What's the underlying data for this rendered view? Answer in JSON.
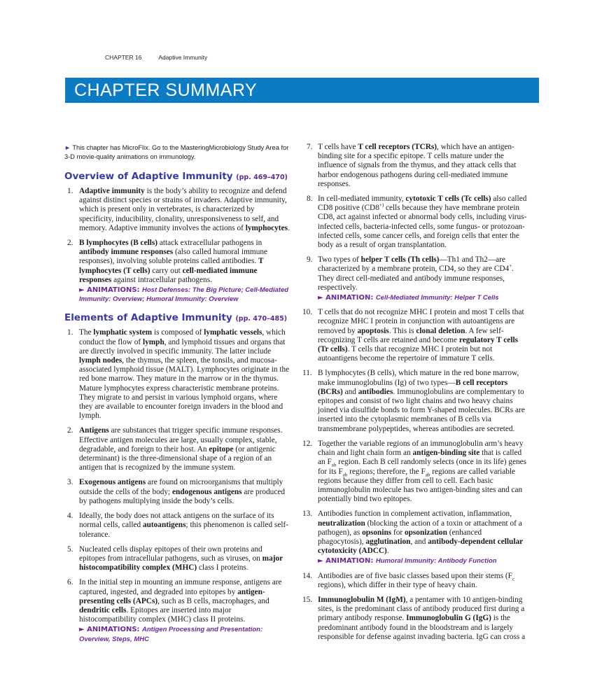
{
  "running_head": {
    "chapter": "CHAPTER 16",
    "title": "Adaptive Immunity"
  },
  "banner": "CHAPTER SUMMARY",
  "colors": {
    "banner": "#0b7bc3",
    "heading": "#3a3aa0",
    "animation": "#6a2a9a"
  },
  "intro": {
    "marker": "►",
    "text": "This chapter has MicroFlix. Go to the MasteringMicrobiology Study Area for 3-D movie-quality animations on immunology."
  },
  "sections": [
    {
      "title": "Overview of Adaptive Immunity",
      "pages": "(pp. 469–470)",
      "items": [
        {
          "num": "1.",
          "parts": [
            {
              "t": "Adaptive immunity",
              "b": true
            },
            {
              "t": " is the body’s ability to recognize and defend against distinct species or strains of invaders. Adaptive immunity, which is present only in vertebrates, is characterized by specificity, inducibility, clonality, unresponsiveness to self, and memory. Adaptive immunity involves the actions of "
            },
            {
              "t": "lymphocytes",
              "b": true
            },
            {
              "t": "."
            }
          ]
        },
        {
          "num": "2.",
          "parts": [
            {
              "t": "B lymphocytes (B cells)",
              "b": true
            },
            {
              "t": " attack extracellular pathogens in "
            },
            {
              "t": "antibody immune responses",
              "b": true
            },
            {
              "t": " (also called humoral immune responses), involving soluble proteins called antibodies. "
            },
            {
              "t": "T lymphocytes (T cells)",
              "b": true
            },
            {
              "t": " carry out "
            },
            {
              "t": "cell-mediated immune responses",
              "b": true
            },
            {
              "t": " against intracellular pathogens."
            }
          ],
          "animation": {
            "label": "► ANIMATIONS:",
            "text": "Host Defenses: The Big Picture; Cell-Mediated Immunity: Overview; Humoral Immunity: Overview"
          }
        }
      ]
    },
    {
      "title": "Elements of Adaptive Immunity",
      "pages": "(pp. 470–485)",
      "items": [
        {
          "num": "1.",
          "parts": [
            {
              "t": "The "
            },
            {
              "t": "lymphatic system",
              "b": true
            },
            {
              "t": " is composed of "
            },
            {
              "t": "lymphatic vessels",
              "b": true
            },
            {
              "t": ", which conduct the flow of "
            },
            {
              "t": "lymph",
              "b": true
            },
            {
              "t": ", and lymphoid tissues and organs that are directly involved in specific immunity. The latter include "
            },
            {
              "t": "lymph nodes",
              "b": true
            },
            {
              "t": ", the thymus, the spleen, the tonsils, and mucosa-associated lymphoid tissue (MALT). Lymphocytes originate in the red bone marrow. They mature in the marrow or in the thymus. Mature lymphocytes express characteristic membrane proteins. They migrate to and persist in various lymphoid organs, where they are available to encounter foreign invaders in the blood and lymph."
            }
          ]
        },
        {
          "num": "2.",
          "parts": [
            {
              "t": "Antigens",
              "b": true
            },
            {
              "t": " are substances that trigger specific immune responses. Effective antigen molecules are large, usually complex, stable, degradable, and foreign to their host. An "
            },
            {
              "t": "epitope",
              "b": true
            },
            {
              "t": " (or antigenic determinant) is the three-dimensional shape of a region of an antigen that is recognized by the immune system."
            }
          ]
        },
        {
          "num": "3.",
          "parts": [
            {
              "t": "Exogenous antigens",
              "b": true
            },
            {
              "t": " are found on microorganisms that multiply outside the cells of the body; "
            },
            {
              "t": "endogenous antigens",
              "b": true
            },
            {
              "t": " are produced by pathogens multiplying inside the body’s cells."
            }
          ]
        },
        {
          "num": "4.",
          "parts": [
            {
              "t": "Ideally, the body does not attack antigens on the surface of its normal cells, called "
            },
            {
              "t": "autoantigens",
              "b": true
            },
            {
              "t": "; this phenomenon is called self-tolerance."
            }
          ]
        },
        {
          "num": "5.",
          "parts": [
            {
              "t": "Nucleated cells display epitopes of their own proteins and epitopes from intracellular pathogens, such as viruses, on "
            },
            {
              "t": "major histocompatibility complex (MHC)",
              "b": true
            },
            {
              "t": " class I proteins."
            }
          ]
        },
        {
          "num": "6.",
          "parts": [
            {
              "t": "In the initial step in mounting an immune response, antigens are captured, ingested, and degraded into epitopes by "
            },
            {
              "t": "antigen-presenting cells (APCs)",
              "b": true
            },
            {
              "t": ", such as B cells, macrophages, and "
            },
            {
              "t": "dendritic cells",
              "b": true
            },
            {
              "t": ". Epitopes are inserted into major histocompatibility complex (MHC) class II proteins."
            }
          ],
          "animation": {
            "label": "► ANIMATIONS:",
            "text": "Antigen Processing and Presentation: Overview, Steps, MHC"
          }
        }
      ]
    }
  ],
  "right_items": [
    {
      "num": "7.",
      "parts": [
        {
          "t": "T cells have "
        },
        {
          "t": "T cell receptors (TCRs)",
          "b": true
        },
        {
          "t": ", which have an antigen-binding site for a specific epitope. T cells mature under the influence of signals from the thymus, and they attack cells that harbor endogenous pathogens during cell-mediated immune responses."
        }
      ]
    },
    {
      "num": "8.",
      "parts": [
        {
          "t": "In cell-mediated immunity, "
        },
        {
          "t": "cytotoxic T cells (Tc cells)",
          "b": true
        },
        {
          "t": " also called CD8 positive (CD8"
        },
        {
          "t": "+)",
          "sup": true
        },
        {
          "t": " cells because they have membrane protein CD8, act against infected or abnormal body cells, including virus-infected cells, bacteria-infected cells, some fungus- or protozoan-infected cells, some cancer cells, and foreign cells that enter the body as a result of organ transplantation."
        }
      ]
    },
    {
      "num": "9.",
      "parts": [
        {
          "t": "Two types of "
        },
        {
          "t": "helper T cells (Th cells)",
          "b": true
        },
        {
          "t": "—Th1 and Th2—are characterized by a membrane protein, CD4, so they are CD4"
        },
        {
          "t": "+",
          "sup": true
        },
        {
          "t": ". They direct cell-mediated and antibody immune responses, respectively."
        }
      ],
      "animation": {
        "label": "► ANIMATION:",
        "text": "Cell-Mediated Immunity: Helper T Cells"
      }
    },
    {
      "num": "10.",
      "parts": [
        {
          "t": "T cells that do not recognize MHC I protein and most T cells that recognize MHC I protein in conjunction with autoantigens are removed by "
        },
        {
          "t": "apoptosis",
          "b": true
        },
        {
          "t": ". This is "
        },
        {
          "t": "clonal deletion",
          "b": true
        },
        {
          "t": ". A few self-recognizing T cells are retained and become "
        },
        {
          "t": "regulatory T cells (Tr cells)",
          "b": true
        },
        {
          "t": ". T cells that recognize MHC I protein but not autoantigens become the repertoire of immature T cells."
        }
      ]
    },
    {
      "num": "11.",
      "parts": [
        {
          "t": "B lymphocytes (B cells), which mature in the red bone marrow, make immunoglobulins (Ig) of two types—"
        },
        {
          "t": "B cell receptors (BCRs)",
          "b": true
        },
        {
          "t": " and "
        },
        {
          "t": "antibodies",
          "b": true
        },
        {
          "t": ". Immunoglobulins are complementary to epitopes and consist of two light chains and two heavy chains joined via disulfide bonds to form Y-shaped molecules. BCRs are inserted into the cytoplasmic membranes of B cells via transmembrane polypeptides, whereas antibodies are secreted."
        }
      ]
    },
    {
      "num": "12.",
      "parts": [
        {
          "t": "Together the variable regions of an immunoglobulin arm’s heavy chain and light chain form an "
        },
        {
          "t": "antigen-binding site",
          "b": true
        },
        {
          "t": " that is called an F"
        },
        {
          "t": "ab",
          "sub": true
        },
        {
          "t": " region. Each B cell randomly selects (once in its life) genes for its F"
        },
        {
          "t": "ab",
          "sub": true
        },
        {
          "t": " regions; therefore, the F"
        },
        {
          "t": "ab",
          "sub": true
        },
        {
          "t": " regions are called variable regions because they differ from cell to cell. Each basic immunoglobulin molecule has two antigen-binding sites and can potentially bind two epitopes."
        }
      ]
    },
    {
      "num": "13.",
      "parts": [
        {
          "t": "Antibodies function in complement activation, inflammation, "
        },
        {
          "t": "neutralization",
          "b": true
        },
        {
          "t": " (blocking the action of a toxin or attachment of a pathogen), as "
        },
        {
          "t": "opsonins",
          "b": true
        },
        {
          "t": " for "
        },
        {
          "t": "opsonization",
          "b": true
        },
        {
          "t": " (enhanced phagocytosis), "
        },
        {
          "t": "agglutination",
          "b": true
        },
        {
          "t": ", and "
        },
        {
          "t": "antibody-dependent cellular cytotoxicity (ADCC)",
          "b": true
        },
        {
          "t": "."
        }
      ],
      "animation": {
        "label": "► ANIMATION:",
        "text": "Humoral Immunity: Antibody Function"
      }
    },
    {
      "num": "14.",
      "parts": [
        {
          "t": "Antibodies are of five basic classes based upon their stems (F"
        },
        {
          "t": "c",
          "sub": true
        },
        {
          "t": " regions), which differ in their type of heavy chain."
        }
      ]
    },
    {
      "num": "15.",
      "parts": [
        {
          "t": "Immunoglobulin M (IgM)",
          "b": true
        },
        {
          "t": ", a pentamer with 10 antigen-binding sites, is the predominant class of antibody produced first during a primary antibody response. "
        },
        {
          "t": "Immunoglobulin G (IgG)",
          "b": true
        },
        {
          "t": " is the predominant antibody found in the bloodstream and is largely responsible for defense against invading bacteria. IgG can cross a"
        }
      ]
    }
  ]
}
